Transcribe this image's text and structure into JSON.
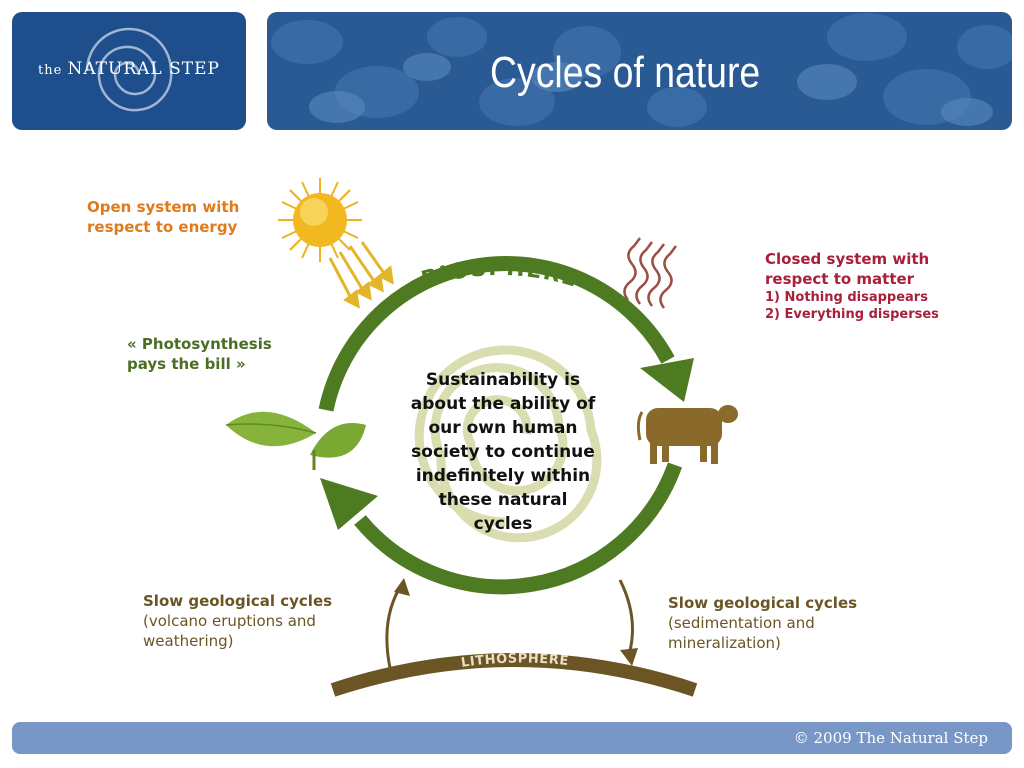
{
  "header": {
    "logo_prefix": "the",
    "logo_brand": "NATURAL STEP",
    "title": "Cycles of nature"
  },
  "diagram": {
    "energy_label": [
      "Open system with",
      "respect to energy"
    ],
    "photosynthesis_label": [
      "« Photosynthesis",
      "pays the bill »"
    ],
    "matter_label": [
      "Closed system with",
      "respect to matter"
    ],
    "matter_points": [
      "1) Nothing disappears",
      "2) Everything disperses"
    ],
    "biosphere": "BIOSPHERE",
    "lithosphere": "LITHOSPHERE",
    "center_text": [
      "Sustainability is",
      "about the ability of",
      "our own human",
      "society to continue",
      "indefinitely within",
      "these natural",
      "cycles"
    ],
    "geo_left_title": "Slow geological cycles",
    "geo_left_sub": [
      "(volcano eruptions and",
      "weathering)"
    ],
    "geo_right_title": "Slow geological cycles",
    "geo_right_sub": [
      "(sedimentation and",
      "mineralization)"
    ]
  },
  "footer": {
    "copyright": "© 2009 The Natural Step"
  },
  "colors": {
    "header_blue": "#1e4f8c",
    "cycle_green": "#4e7a22",
    "earth_brown": "#6b5524",
    "energy_orange": "#e07a1a",
    "matter_red": "#a8203a",
    "footer_blue": "#7897c7"
  }
}
